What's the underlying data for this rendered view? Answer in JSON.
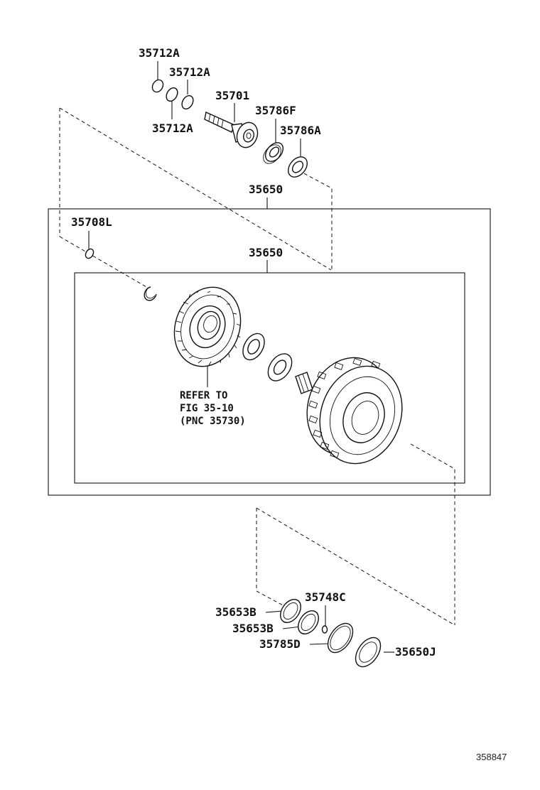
{
  "labels": {
    "p35712a_1": "35712A",
    "p35712a_2": "35712A",
    "p35712a_3": "35712A",
    "p35701": "35701",
    "p35786f": "35786F",
    "p35786a": "35786A",
    "p35650_outer": "35650",
    "p35708l": "35708L",
    "p35650_inner": "35650",
    "p35748c": "35748C",
    "p35653b_1": "35653B",
    "p35653b_2": "35653B",
    "p35785d": "35785D",
    "p35650j": "35650J"
  },
  "note": {
    "line1": "REFER TO",
    "line2": "FIG 35-10",
    "line3": "(PNC 35730)"
  },
  "figure_id": "358847"
}
